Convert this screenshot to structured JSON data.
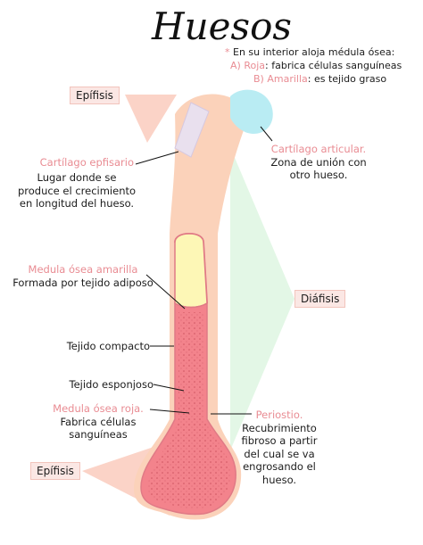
{
  "title": "Huesos",
  "interior": {
    "marker": "*",
    "line": "En su interior aloja médula ósea:",
    "a_prefix": "A)",
    "a_term": "Roja",
    "a_desc": ": fabrica células sanguíneas",
    "b_prefix": "B)",
    "b_term": "Amarilla",
    "b_desc": ": es tejido graso"
  },
  "tags": {
    "epifisis_top": "Epífisis",
    "diafisis": "Diáfisis",
    "epifisis_bottom": "Epífisis"
  },
  "labels": {
    "cartilago_epifisario": {
      "term": "Cartílago epfisario",
      "desc_lines": [
        "Lugar donde se",
        "produce el crecimiento",
        "en longitud del hueso."
      ]
    },
    "cartilago_articular": {
      "term": "Cartílago articular.",
      "desc_lines": [
        "Zona de unión con",
        "otro hueso."
      ]
    },
    "medula_amarilla": {
      "term": "Medula ósea amarilla",
      "desc_lines": [
        "Formada por tejido adiposo"
      ]
    },
    "tejido_compacto": "Tejido compacto",
    "tejido_esponjoso": "Tejido esponjoso",
    "medula_roja": {
      "term": "Medula ósea roja.",
      "desc_lines": [
        "Fabrica células",
        "sanguíneas"
      ]
    },
    "periostio": {
      "term": "Periostio.",
      "desc_lines": [
        "Recubrimiento",
        "fibroso a partir",
        "del cual se va",
        "engrosando el",
        "hueso."
      ]
    }
  },
  "colors": {
    "bone": "#fbd2ba",
    "yellow_marrow": "#fdf7b6",
    "red_marrow": "#f3838c",
    "cartilage": "#b9ecf3",
    "diaphysis_wedge": "#e3f7e6",
    "epiphysis_wedge": "#fbd3c7",
    "tag_bg": "#fbe7e4",
    "accent_pink": "#e98c93"
  }
}
